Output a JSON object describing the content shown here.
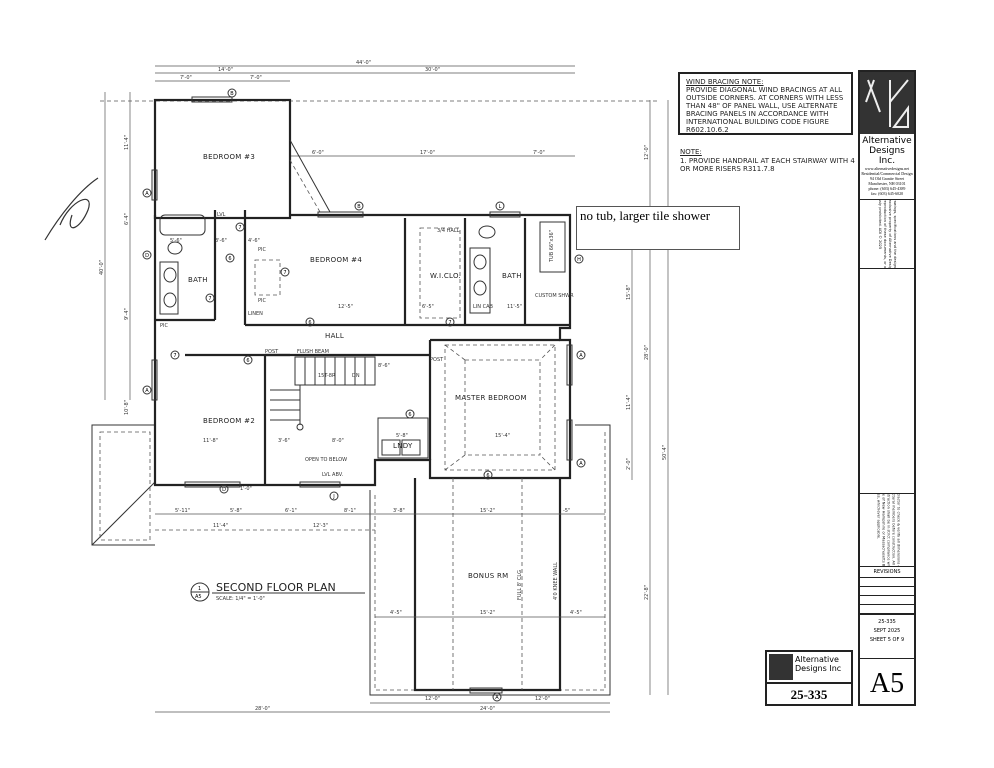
{
  "plan": {
    "title": "SECOND FLOOR PLAN",
    "scale": "SCALE: 1/4\" = 1'-0\"",
    "detail_num": "1",
    "detail_sheet": "A5",
    "rooms": {
      "bedroom3": "BEDROOM #3",
      "bedroom4": "BEDROOM #4",
      "bedroom2": "BEDROOM #2",
      "wiclo": "W.I.CLO.",
      "bath_left": "BATH",
      "bath_right": "BATH",
      "hall": "HALL",
      "master": "MASTER BEDROOM",
      "lndy": "LNDY",
      "bonus": "BONUS RM",
      "linen": "LINEN",
      "pic1": "PIC",
      "pic2": "PIC",
      "pic3": "PIC",
      "lin_cab": "LIN CAB",
      "custom_shwr": "CUSTOM SHWR",
      "tub": "TUB 66\"x36\""
    },
    "callouts": {
      "three_quarter_hall": "3/4 HALL",
      "flush_beam": "FLUSH BEAM",
      "post1": "POST",
      "post2": "POST",
      "open_below": "OPEN TO BELOW",
      "lvl_abv": "LVL ABV.",
      "stairs": "15T-8R",
      "dn": "DN",
      "ls": "LVL",
      "full_clg": "FULL 8' CLG",
      "knee_wall": "4'0 KNEE WALL"
    },
    "dims_top": [
      "44'-0\"",
      "14'-0\"",
      "30'-0\"",
      "7'-0\"",
      "7'-0\""
    ],
    "dims_mid": [
      "6'-0\"",
      "17'-0\"",
      "7'-0\""
    ],
    "dims_room": [
      "12'-5\"",
      "6'-5\"",
      "11'-5\"",
      "5'-6\"",
      "3'-6\"",
      "4'-6\"",
      "11'-8\"",
      "3'-6\"",
      "8'-0\"",
      "5'-8\"",
      "15'-4\"",
      "8'-6\"",
      "1'-0\""
    ],
    "dims_row1": [
      "5'-11\"",
      "5'-8\"",
      "6'-1\"",
      "8'-1\"",
      "3'-8\"",
      "15'-2\"",
      "-5\""
    ],
    "dims_row2": [
      "11'-4\"",
      "12'-3\""
    ],
    "dims_bonus": [
      "4'-5\"",
      "15'-2\"",
      "4'-5\""
    ],
    "dims_bottom": [
      "12'-0\"",
      "12'-0\"",
      "28'-0\"",
      "24'-0\""
    ],
    "dims_left": [
      "11'-4\"",
      "6'-4\"",
      "9'-4\"",
      "10'-8\"",
      "40'-0\""
    ],
    "dims_right": [
      "12'-0\"",
      "15'-8\"",
      "11'-4\"",
      "2'-0\"",
      "28'-0\"",
      "50'-4\"",
      "22'-8\""
    ],
    "tags": [
      "A",
      "A",
      "A",
      "A",
      "A",
      "A",
      "D",
      "D",
      "B",
      "L",
      "H",
      "J",
      "7",
      "7",
      "7",
      "7",
      "7",
      "6",
      "6",
      "6",
      "6",
      "6"
    ]
  },
  "notes": {
    "wind_title": "WIND BRACING NOTE:",
    "wind_body": "PROVIDE DIAGONAL WIND BRACINGS AT ALL OUTSIDE CORNERS. AT CORNERS WITH LESS THAN 48\" OF PANEL WALL, USE ALTERNATE BRACING PANELS IN ACCORDANCE WITH INTERNATIONAL BUILDING CODE FIGURE R602.10.6.2",
    "note_title": "NOTE:",
    "note_body": "1. PROVIDE HANDRAIL AT EACH STAIRWAY WITH 4 OR MORE RISERS R311.7.8"
  },
  "annotation": "no tub, larger tile shower",
  "title_block": {
    "company": "Alternative Designs Inc.",
    "website": "www.alternativedesigns.net",
    "services": "Residential/Commercial Design",
    "address1": "94 Old Granite Street",
    "address2": "Manchester, NH 03101",
    "phone": "phone: (603) 645-4389",
    "fax": "fax: (603) 645-6020",
    "copyright": "These drawings, specifications and the design conveyed are the exclusive property of Alternative Designs Inc. Any form of reproduction of these documents, or of the design is expressly prohibited. ADI © 2025",
    "contractor": "Contractor to check & verify all dimensions & structural members before construction. All construction shall be in strict compliance with the State of New Hampshire or Massachusetts Building Codes, whichever applicable.",
    "revisions": "REVISIONS",
    "job_no": "25-335",
    "date": "SEPT 2025",
    "sheet": "SHEET 5 OF 9",
    "sheet_id": "A5"
  },
  "stamp": {
    "company_line1": "Alternative",
    "company_line2": "Designs Inc",
    "job_no": "25-335"
  }
}
